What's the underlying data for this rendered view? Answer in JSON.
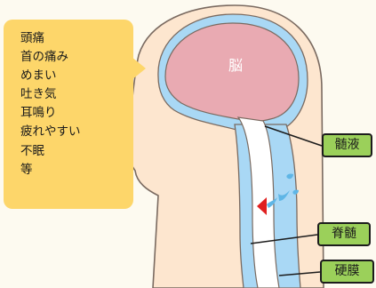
{
  "symptoms": {
    "items": [
      "頭痛",
      "首の痛み",
      "めまい",
      "吐き気",
      "耳鳴り",
      "疲れやすい",
      "不眠",
      "等"
    ]
  },
  "labels": {
    "brain": "脳",
    "csf": "髄液",
    "spinal_cord": "脊髄",
    "dura": "硬膜"
  },
  "colors": {
    "skin": "#fde6cf",
    "brain": "#e9aab2",
    "csf": "#a9d8f5",
    "symptom_box": "#fdd66a",
    "label_tag": "#9bd05a",
    "leak_drops": "#5fb6e6",
    "leak_arrow": "#e02020"
  }
}
